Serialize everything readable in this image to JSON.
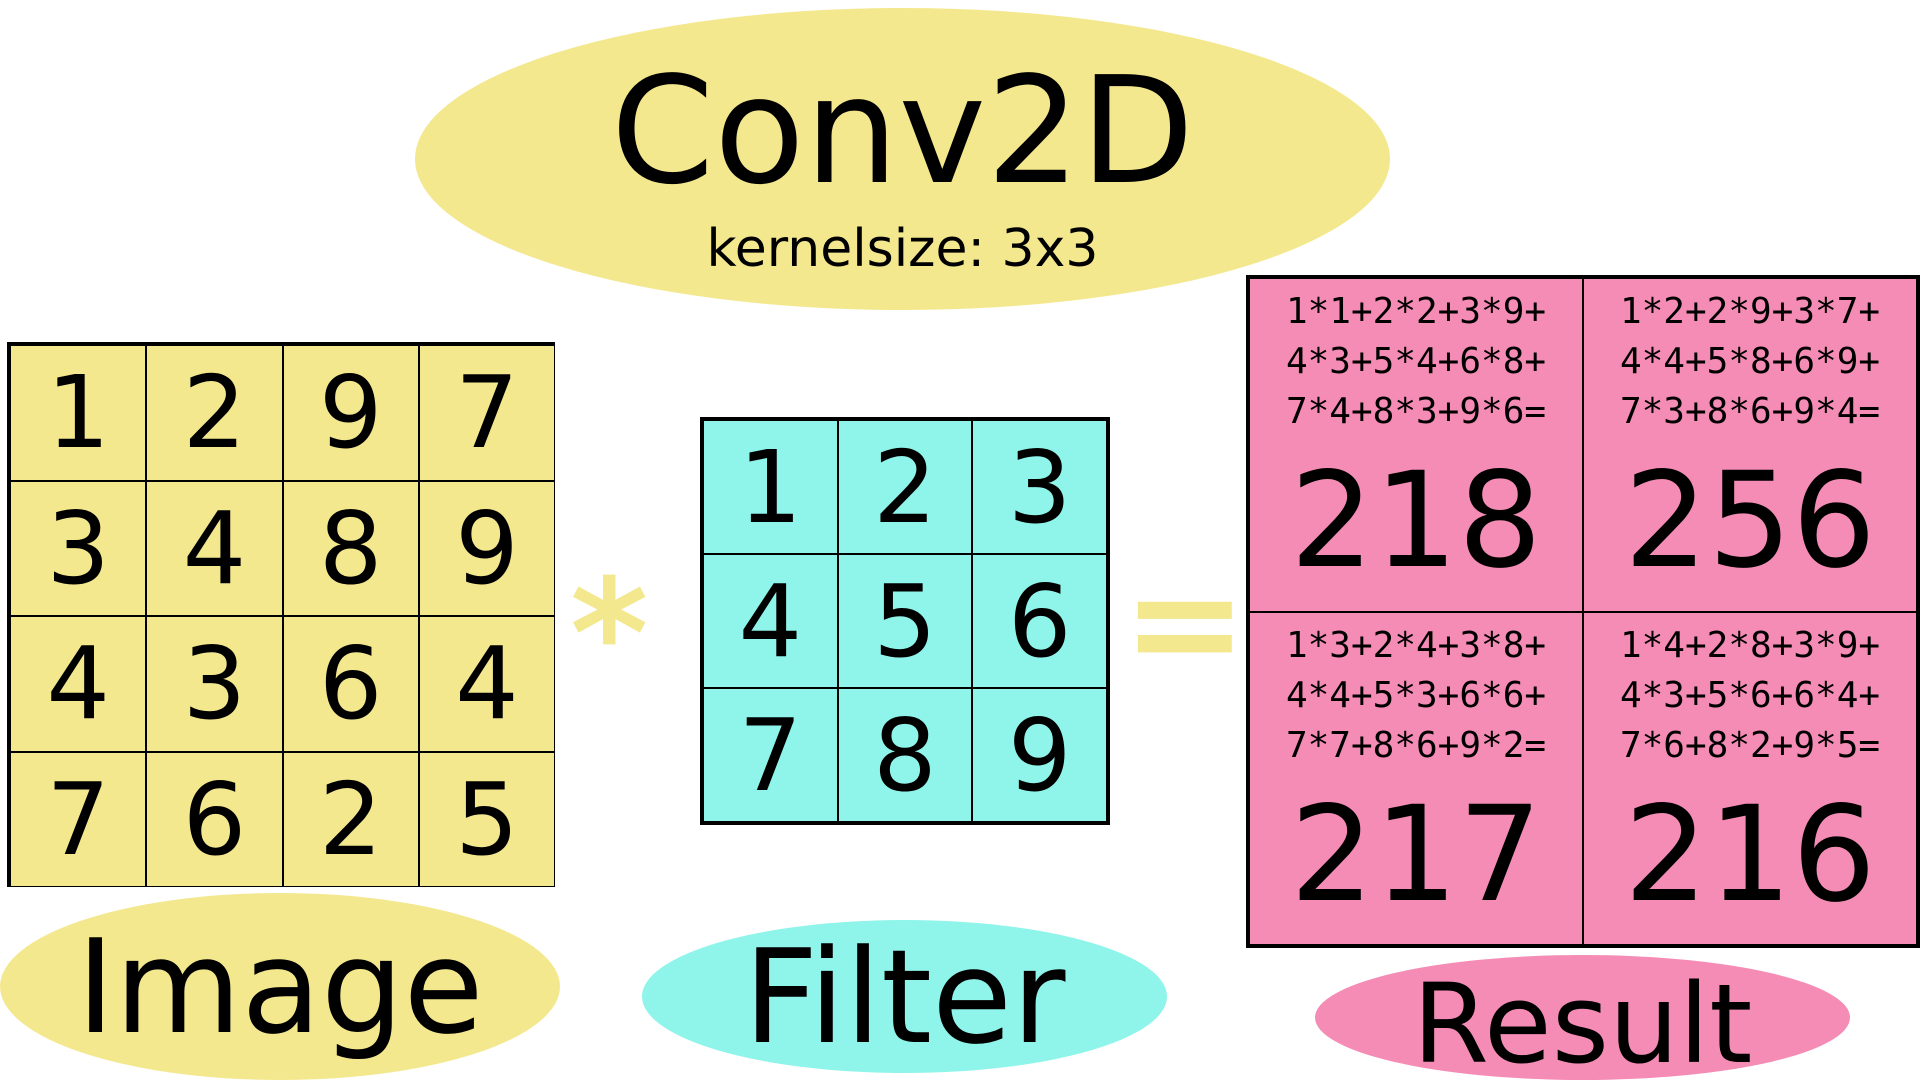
{
  "title": "Conv2D",
  "subtitle": "kernelsize: 3x3",
  "image": {
    "label": "Image",
    "rows": [
      [
        "1",
        "2",
        "9",
        "7"
      ],
      [
        "3",
        "4",
        "8",
        "9"
      ],
      [
        "4",
        "3",
        "6",
        "4"
      ],
      [
        "7",
        "6",
        "2",
        "5"
      ]
    ]
  },
  "filter": {
    "label": "Filter",
    "rows": [
      [
        "1",
        "2",
        "3"
      ],
      [
        "4",
        "5",
        "6"
      ],
      [
        "7",
        "8",
        "9"
      ]
    ]
  },
  "operators": {
    "multiply": "*",
    "equals": "="
  },
  "result": {
    "label": "Result",
    "cells": [
      {
        "formula": [
          "1*1+2*2+3*9+",
          "4*3+5*4+6*8+",
          "7*4+8*3+9*6="
        ],
        "value": "218"
      },
      {
        "formula": [
          "1*2+2*9+3*7+",
          "4*4+5*8+6*9+",
          "7*3+8*6+9*4="
        ],
        "value": "256"
      },
      {
        "formula": [
          "1*3+2*4+3*8+",
          "4*4+5*3+6*6+",
          "7*7+8*6+9*2="
        ],
        "value": "217"
      },
      {
        "formula": [
          "1*4+2*8+3*9+",
          "4*3+5*6+6*4+",
          "7*6+8*2+9*5="
        ],
        "value": "216"
      }
    ]
  },
  "colors": {
    "yellow": "#f4e88e",
    "cyan": "#8ff4ea",
    "pink": "#f48cb5"
  }
}
